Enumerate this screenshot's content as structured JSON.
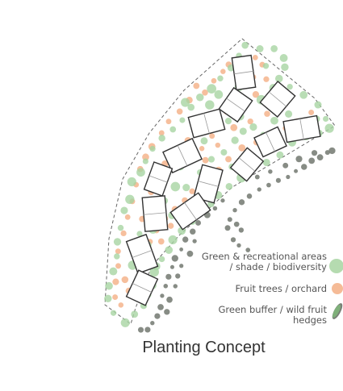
{
  "legend": {
    "green": {
      "line1": "Green & recreational areas",
      "line2": "/ shade / biodiversity",
      "color": "#a8d5a2"
    },
    "fruit": {
      "line1": "Fruit trees / orchard",
      "color": "#f4b48c"
    },
    "buffer": {
      "line1": "Green buffer / wild fruit",
      "line2": "hedges",
      "color": "#7a8078"
    }
  },
  "caption": "Planting Concept",
  "colors": {
    "boundary": "#666666",
    "building_stroke": "#333333",
    "building_fill": "#ffffff"
  }
}
